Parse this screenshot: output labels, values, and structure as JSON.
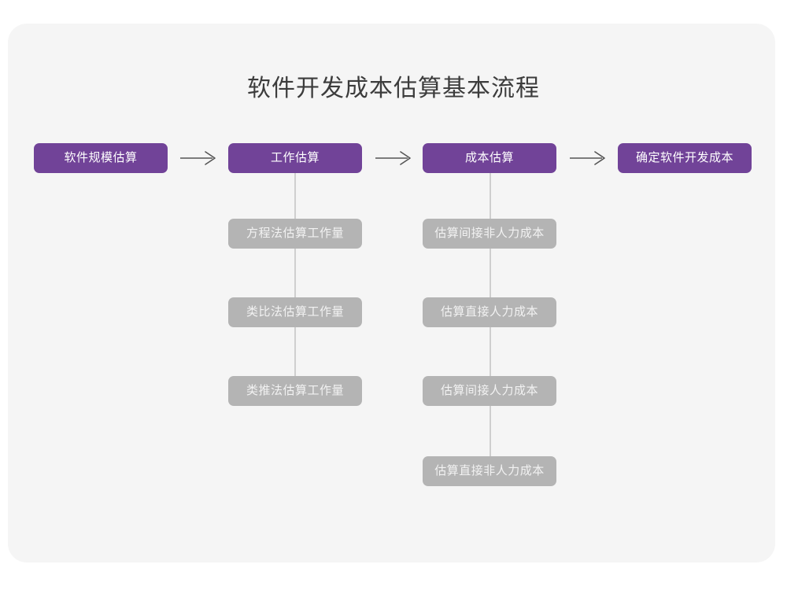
{
  "page": {
    "title": "软件开发成本估算基本流程",
    "background_color": "#ffffff",
    "card_color": "#f5f5f5",
    "accent_color": "#714398",
    "secondary_color": "#b4b4b4",
    "connector_color": "#cfcfcf",
    "arrow_color": "#555555",
    "title_color": "#3c3c3c"
  },
  "chart_data": {
    "type": "diagram",
    "title": "软件开发成本估算基本流程",
    "orientation": "horizontal-then-vertical",
    "stages": [
      {
        "id": "stage-1",
        "label": "软件规模估算",
        "color": "#714398",
        "substeps": []
      },
      {
        "id": "stage-2",
        "label": "工作估算",
        "color": "#714398",
        "substeps": [
          "方程法估算工作量",
          "类比法估算工作量",
          "类推法估算工作量"
        ]
      },
      {
        "id": "stage-3",
        "label": "成本估算",
        "color": "#714398",
        "substeps": [
          "估算间接非人力成本",
          "估算直接人力成本",
          "估算间接人力成本",
          "估算直接非人力成本"
        ]
      },
      {
        "id": "stage-4",
        "label": "确定软件开发成本",
        "color": "#714398",
        "substeps": []
      }
    ],
    "connectors": [
      {
        "from": "stage-1",
        "to": "stage-2",
        "style": "arrow"
      },
      {
        "from": "stage-2",
        "to": "stage-3",
        "style": "arrow"
      },
      {
        "from": "stage-3",
        "to": "stage-4",
        "style": "arrow"
      }
    ],
    "arrow_glyph": "→"
  },
  "flow": {
    "stage1": {
      "label": "软件规模估算"
    },
    "stage2": {
      "label": "工作估算",
      "sub": [
        {
          "label": "方程法估算工作量"
        },
        {
          "label": "类比法估算工作量"
        },
        {
          "label": "类推法估算工作量"
        }
      ]
    },
    "stage3": {
      "label": "成本估算",
      "sub": [
        {
          "label": "估算间接非人力成本"
        },
        {
          "label": "估算直接人力成本"
        },
        {
          "label": "估算间接人力成本"
        },
        {
          "label": "估算直接非人力成本"
        }
      ]
    },
    "stage4": {
      "label": "确定软件开发成本"
    }
  }
}
